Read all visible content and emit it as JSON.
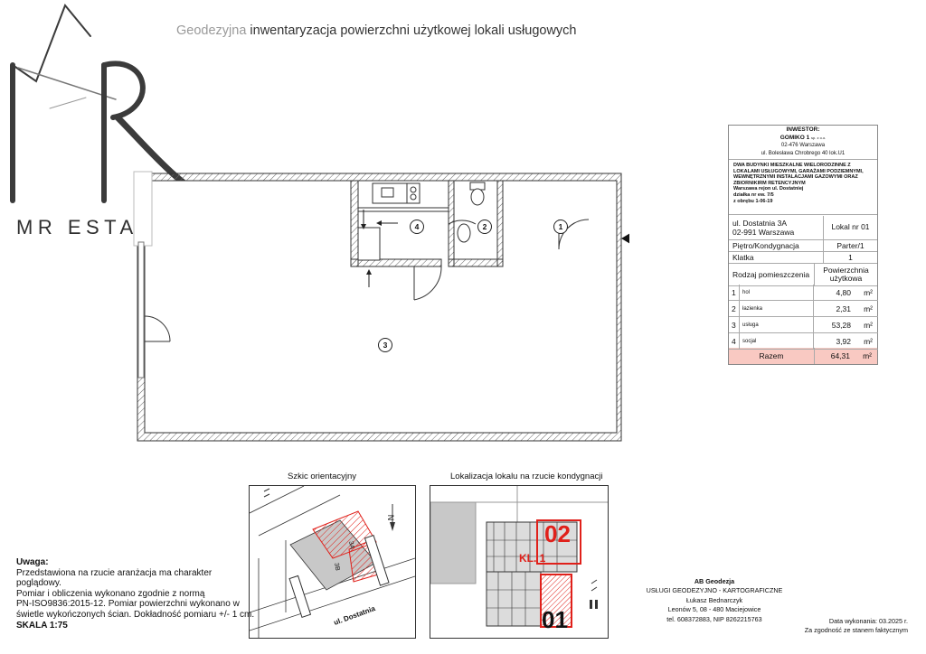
{
  "header": {
    "title_gray": "Geodezyjna",
    "title_main": "inwentaryzacja powierzchni użytkowej lokali usługowych"
  },
  "logo": {
    "text": "MR ESTATES"
  },
  "investor": {
    "label": "INWESTOR:",
    "name": "GOMIKO 1",
    "name_suffix": "sp. z o.o.",
    "city": "02-476 Warszawa",
    "address": "ul. Bolesława Chrobrego 40 lok.U1"
  },
  "project": {
    "description": "DWA BUDYNKI MIESZKALNE WIELORODZINNE Z LOKALAMI USŁUGOWYMI, GARAŻAMI PODZIEMNYMI, WEWNĘTRZNYMI INSTALACJAMI GAZOWYMI ORAZ ZBIORNIKIRM RETENCYJNYM",
    "location": "Warszawa rejon ul. Dostatniej",
    "parcel": "działka nr ew. 7/5",
    "precinct": "z obrębu 1-06-19"
  },
  "unit": {
    "address_line1": "ul. Dostatnia 3A",
    "address_line2": "02-991 Warszawa",
    "lokal_label": "Lokal nr  01",
    "floor_label": "Piętro/Kondygnacja",
    "floor_value": "Parter/1",
    "staircase_label": "Klatka",
    "staircase_value": "1",
    "room_type_header": "Rodzaj pomieszczenia",
    "area_header": "Powierzchnia użytkowa"
  },
  "rooms": [
    {
      "no": "1",
      "name": "hol",
      "area": "4,80",
      "unit": "m²"
    },
    {
      "no": "2",
      "name": "łazienka",
      "area": "2,31",
      "unit": "m²"
    },
    {
      "no": "3",
      "name": "usługa",
      "area": "53,28",
      "unit": "m²"
    },
    {
      "no": "4",
      "name": "socjal",
      "area": "3,92",
      "unit": "m²"
    }
  ],
  "total": {
    "label": "Razem",
    "area": "64,31",
    "unit": "m²"
  },
  "plan": {
    "room_labels": [
      "1",
      "2",
      "3",
      "4"
    ]
  },
  "sketch": {
    "caption": "Szkic orientacyjny",
    "street": "ul. Dostatnia",
    "north": "N",
    "building_label_a": "3A",
    "building_label_b": "3B"
  },
  "location_map": {
    "caption": "Lokalizacja lokalu na rzucie kondygnacji",
    "label_02": "02",
    "label_01": "01",
    "label_kl": "KL. 1"
  },
  "notes": {
    "heading": "Uwaga:",
    "lines": [
      "Przedstawiona na rzucie aranżacja ma charakter",
      "poglądowy.",
      "Pomiar i obliczenia wykonano zgodnie z normą",
      "PN-ISO9836:2015-12. Pomiar powierzchni wykonano w",
      "świetle wykończonych ścian. Dokładność pomiaru +/- 1 cm."
    ],
    "scale": "SKALA 1:75"
  },
  "firm": {
    "name": "AB Geodezja",
    "line1": "USŁUGI GEODEZYJNO - KARTOGRAFICZNE",
    "line2": "Łukasz Bednarczyk",
    "line3": "Leonów 5, 08 - 480 Maciejowice",
    "line4": "tel. 608372883, NIP 8262215763"
  },
  "date": {
    "label": "Data wykonania: 03.2025 r.",
    "note": "Za zgodność ze stanem faktycznym"
  },
  "colors": {
    "highlight": "#f9c9c2",
    "red": "#e0201a",
    "wall": "#555555"
  }
}
